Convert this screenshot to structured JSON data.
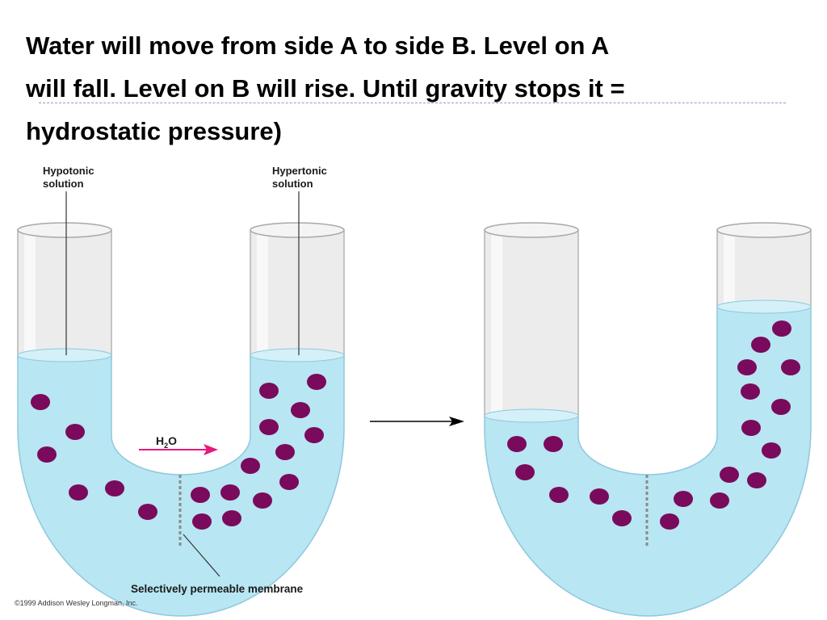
{
  "title": {
    "line1": "Water will move from side A to side B.  Level on A",
    "line2": "will fall.  Level on B will rise.  Until gravity stops it =",
    "line3": "hydrostatic pressure)"
  },
  "labels": {
    "hypotonic_line1": "Hypotonic",
    "hypotonic_line2": "solution",
    "hypertonic_line1": "Hypertonic",
    "hypertonic_line2": "solution",
    "water_main": "H",
    "water_sub": "2",
    "water_end": "O",
    "membrane": "Selectively permeable membrane",
    "copyright": "©1999 Addison Wesley Longman, Inc."
  },
  "colors": {
    "solution": "#b8e6f2",
    "solution_edge": "#8fc8dc",
    "glass": "#ececec",
    "glass_edge": "#b4b4b4",
    "solute": "#7a0a5c",
    "water_arrow": "#e8197a",
    "membrane": "#8a8a8a"
  }
}
